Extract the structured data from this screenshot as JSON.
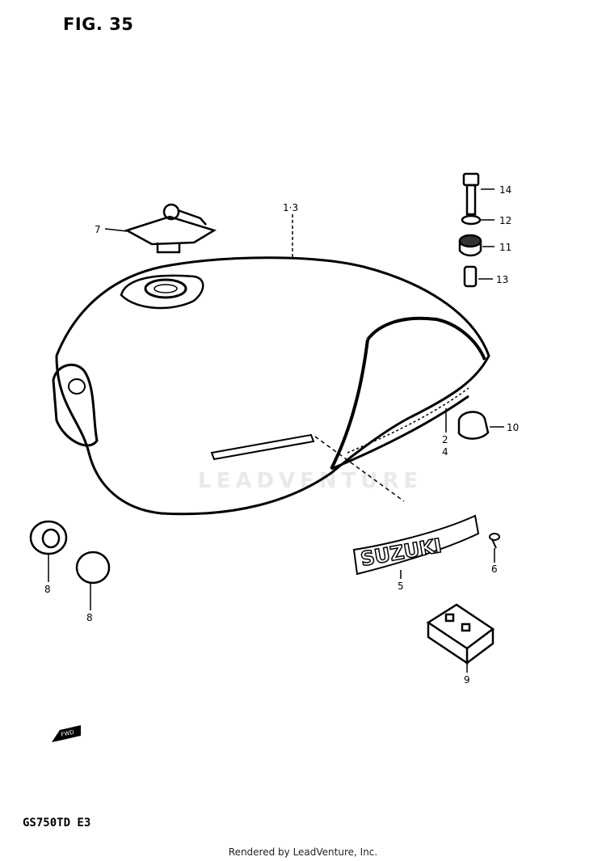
{
  "figure": {
    "title": "FIG. 35",
    "model": "GS750TD  E3"
  },
  "footer": "Rendered by LeadVenture, Inc.",
  "watermark": "LEADVENTURE",
  "emblem_text": "SUZUKI",
  "fwd_text": "FWD",
  "callouts": {
    "c1_3": "1·3",
    "c2": "2",
    "c4": "4",
    "c5": "5",
    "c6": "6",
    "c7": "7",
    "c8a": "8",
    "c8b": "8",
    "c9": "9",
    "c10": "10",
    "c11": "11",
    "c12": "12",
    "c13": "13",
    "c14": "14"
  }
}
